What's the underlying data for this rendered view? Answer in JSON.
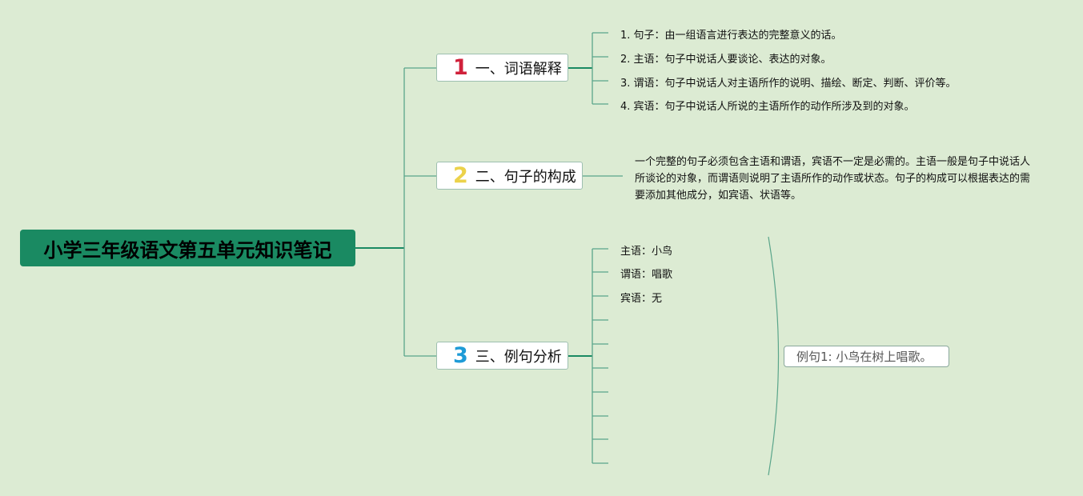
{
  "root": {
    "title": "小学三年级语文第五单元知识笔记"
  },
  "branches": [
    {
      "number": "1",
      "label": "一、词语解释",
      "number_color": "#d0213b"
    },
    {
      "number": "2",
      "label": "二、句子的构成",
      "number_color": "#ecd24a"
    },
    {
      "number": "3",
      "label": "三、例句分析",
      "number_color": "#1e9bd7"
    }
  ],
  "definitions": [
    "1. 句子：由一组语言进行表达的完整意义的话。",
    "2. 主语：句子中说话人要谈论、表达的对象。",
    "3. 谓语：句子中说话人对主语所作的说明、描绘、断定、判断、评价等。",
    "4. 宾语：句子中说话人所说的主语所作的动作所涉及到的对象。"
  ],
  "composition": {
    "text": "一个完整的句子必须包含主语和谓语，宾语不一定是必需的。主语一般是句子中说话人所谈论的对象，而谓语则说明了主语所作的动作或状态。句子的构成可以根据表达的需要添加其他成分，如宾语、状语等。"
  },
  "analysis": {
    "items": [
      "主语：小鸟",
      "谓语：唱歌",
      "宾语：无"
    ],
    "example": "例句1: 小鸟在树上唱歌。"
  },
  "colors": {
    "background": "#dcebd3",
    "root_fill": "#1a8a62",
    "line": "#5aa58a",
    "line_dark": "#1a8a62"
  }
}
